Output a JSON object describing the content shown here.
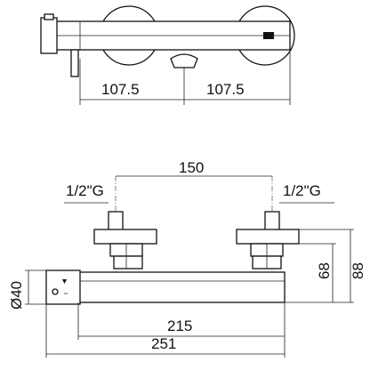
{
  "dimensions": {
    "top_left": "107.5",
    "top_right": "107.5",
    "center_distance": "150",
    "thread_left": "1/2\"G",
    "thread_right": "1/2\"G",
    "height_68": "68",
    "height_88": "88",
    "diameter": "Ø40",
    "width_215": "215",
    "width_251": "251"
  }
}
